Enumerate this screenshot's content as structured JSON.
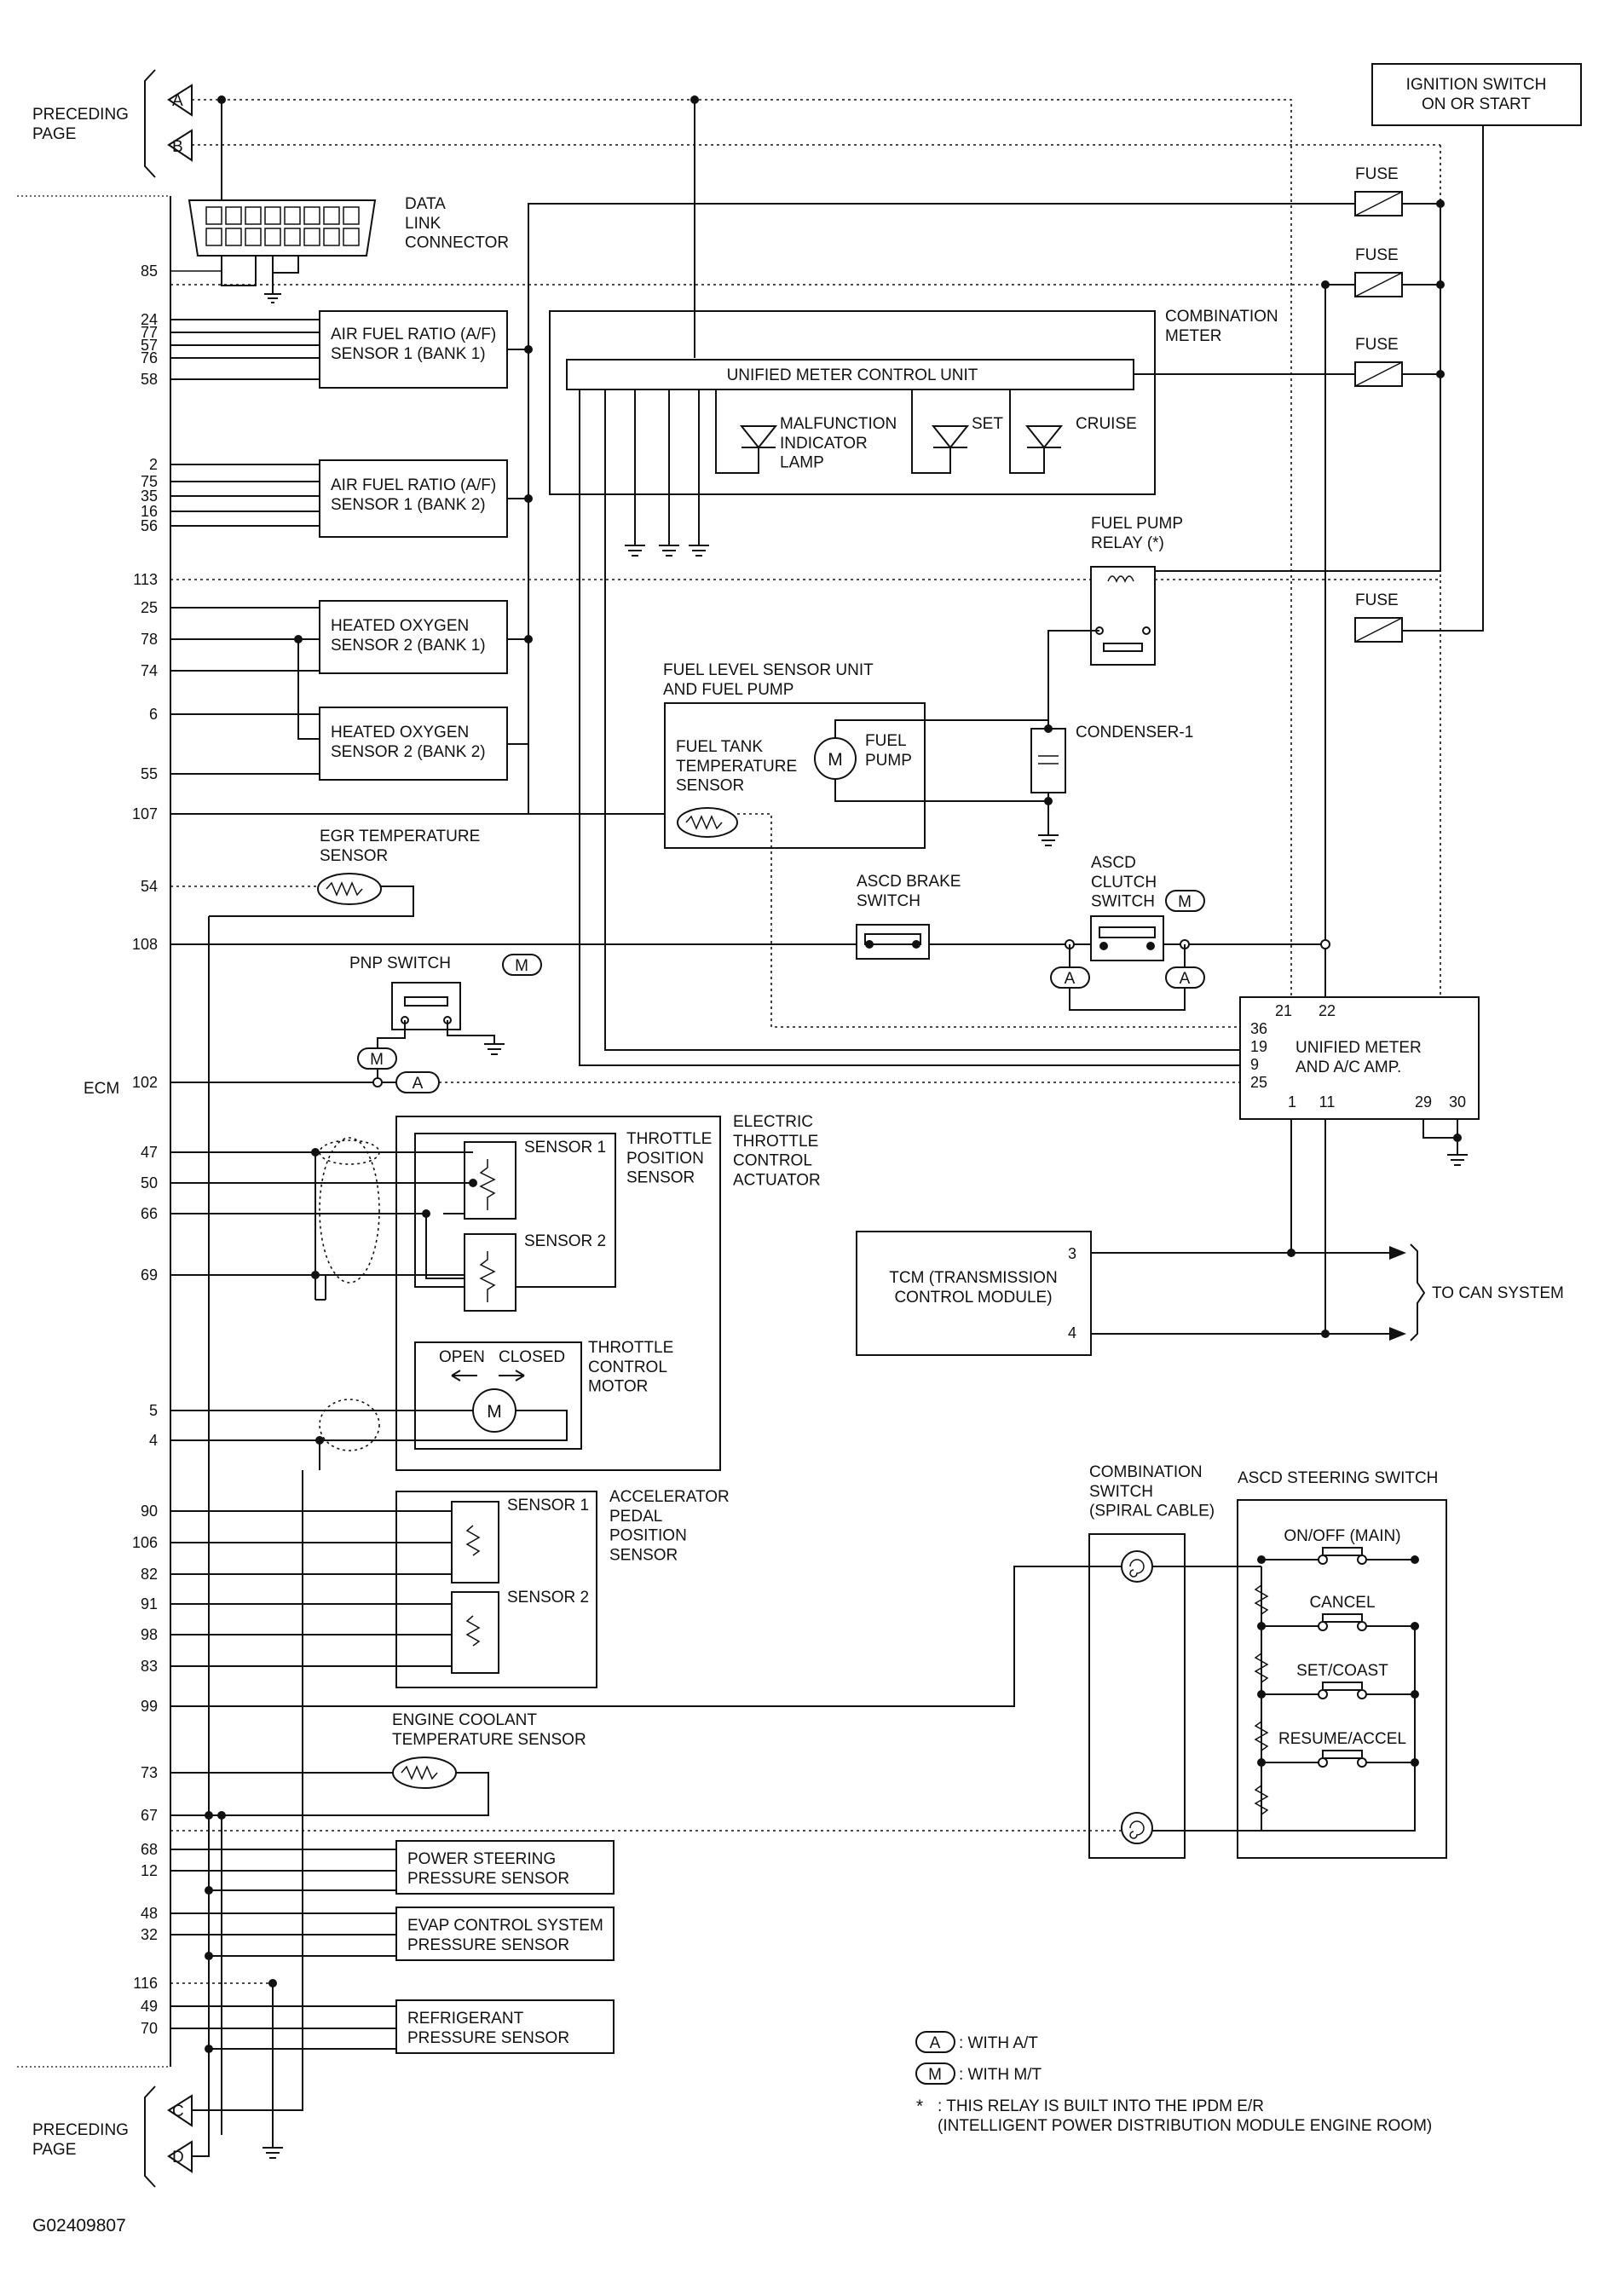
{
  "connectors": {
    "preceding_page_label": "PRECEDING\nPAGE",
    "top": [
      "A",
      "B"
    ],
    "bottom": [
      "C",
      "D"
    ]
  },
  "ignition_switch": "IGNITION SWITCH\nON OR START",
  "fuse_label": "FUSE",
  "data_link_connector": "DATA\nLINK\nCONNECTOR",
  "ecm_label": "ECM",
  "ecm_pins": {
    "dlc": "85",
    "af_bank1": [
      "24",
      "77",
      "57",
      "76",
      "58"
    ],
    "af_bank2": [
      "2",
      "75",
      "35",
      "16",
      "56"
    ],
    "p113": "113",
    "ho2s": [
      "25",
      "78",
      "74",
      "6",
      "55"
    ],
    "p107": "107",
    "p54": "54",
    "p108": "108",
    "p102": "102",
    "tps": [
      "47",
      "50",
      "66",
      "69"
    ],
    "motor": [
      "5",
      "4"
    ],
    "apps": [
      "90",
      "106",
      "82",
      "91",
      "98",
      "83"
    ],
    "p99": "99",
    "ect": [
      "73",
      "67"
    ],
    "pss": [
      "68",
      "12"
    ],
    "evap": [
      "48",
      "32"
    ],
    "ref": [
      "116",
      "49",
      "70"
    ]
  },
  "components": {
    "af_bank1": "AIR FUEL RATIO (A/F)\nSENSOR 1 (BANK 1)",
    "af_bank2": "AIR FUEL RATIO (A/F)\nSENSOR 1 (BANK 2)",
    "ho2s_bank1": "HEATED OXYGEN\nSENSOR 2 (BANK 1)",
    "ho2s_bank2": "HEATED OXYGEN\nSENSOR 2 (BANK 2)",
    "combination_meter": "COMBINATION\nMETER",
    "unified_meter_cu": "UNIFIED METER CONTROL UNIT",
    "mil": "MALFUNCTION\nINDICATOR\nLAMP",
    "set": "SET",
    "cruise": "CRUISE",
    "fuel_pump_relay": "FUEL PUMP\nRELAY (*)",
    "fuel_level_unit": "FUEL LEVEL SENSOR UNIT\nAND FUEL PUMP",
    "fuel_tank_temp": "FUEL TANK\nTEMPERATURE\nSENSOR",
    "fuel_pump": "FUEL\nPUMP",
    "condenser": "CONDENSER-1",
    "egr_temp": "EGR TEMPERATURE\nSENSOR",
    "ascd_brake": "ASCD BRAKE\nSWITCH",
    "ascd_clutch": "ASCD\nCLUTCH\nSWITCH",
    "pnp_switch": "PNP SWITCH",
    "unified_meter_ac": "UNIFIED METER\nAND A/C AMP.",
    "unified_meter_pins": [
      "21",
      "22",
      "36",
      "19",
      "9",
      "25",
      "1",
      "11",
      "29",
      "30"
    ],
    "etc_actuator": "ELECTRIC\nTHROTTLE\nCONTROL\nACTUATOR",
    "tps": "THROTTLE\nPOSITION\nSENSOR",
    "sensor1": "SENSOR 1",
    "sensor2": "SENSOR 2",
    "throttle_motor": "THROTTLE\nCONTROL\nMOTOR",
    "open": "OPEN",
    "closed": "CLOSED",
    "tcm": "TCM (TRANSMISSION\nCONTROL MODULE)",
    "tcm_pins": [
      "3",
      "4"
    ],
    "to_can": "TO CAN SYSTEM",
    "app_sensor": "ACCELERATOR\nPEDAL\nPOSITION\nSENSOR",
    "comb_switch": "COMBINATION\nSWITCH\n(SPIRAL CABLE)",
    "ascd_steering": "ASCD STEERING SWITCH",
    "ascd_items": [
      "ON/OFF (MAIN)",
      "CANCEL",
      "SET/COAST",
      "RESUME/ACCEL"
    ],
    "ect": "ENGINE COOLANT\nTEMPERATURE SENSOR",
    "ps_pressure": "POWER STEERING\nPRESSURE SENSOR",
    "evap_pressure": "EVAP CONTROL SYSTEM\nPRESSURE SENSOR",
    "ref_pressure": "REFRIGERANT\nPRESSURE SENSOR"
  },
  "symbols": {
    "at": "A",
    "mt": "M",
    "motor": "M"
  },
  "legend": {
    "at": ": WITH A/T",
    "mt": ": WITH M/T",
    "star_mark": "*",
    "star_text": ": THIS RELAY IS BUILT INTO THE IPDM E/R\n(INTELLIGENT POWER DISTRIBUTION MODULE ENGINE ROOM)"
  },
  "figure_id": "G02409807"
}
